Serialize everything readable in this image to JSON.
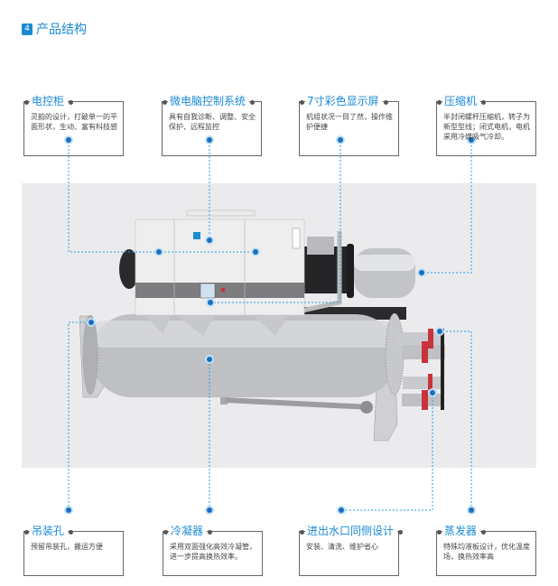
{
  "section": {
    "number": "4",
    "title": "产品结构"
  },
  "callouts_top": [
    {
      "title": "电控柜",
      "desc": "灵韵的设计，打破单一的平面形状，生动、富有科技感"
    },
    {
      "title": "微电脑控制系统",
      "desc": "具有自我诊断、调整、安全保护、远程监控"
    },
    {
      "title": "7寸彩色显示屏",
      "desc": "机组状况一目了然，操作维护便捷"
    },
    {
      "title": "压缩机",
      "desc": "半封闭螺杆压缩机，转子为新型型线；闭式电机，电机采用冷媒吸气冷却。"
    }
  ],
  "callouts_bottom": [
    {
      "title": "吊装孔",
      "desc": "预留吊装孔，搬运方便"
    },
    {
      "title": "冷凝器",
      "desc": "采用双面强化高效冷凝管，进一步提高换热效率。"
    },
    {
      "title": "进出水口同侧设计",
      "desc": "安装、清洗、维护省心"
    },
    {
      "title": "蒸发器",
      "desc": "特殊均液板设计，优化温度场，换热效率高"
    }
  ],
  "colors": {
    "accent": "#1a8ad4",
    "band": "#ebebed",
    "pipe_red": "#c8323a"
  }
}
